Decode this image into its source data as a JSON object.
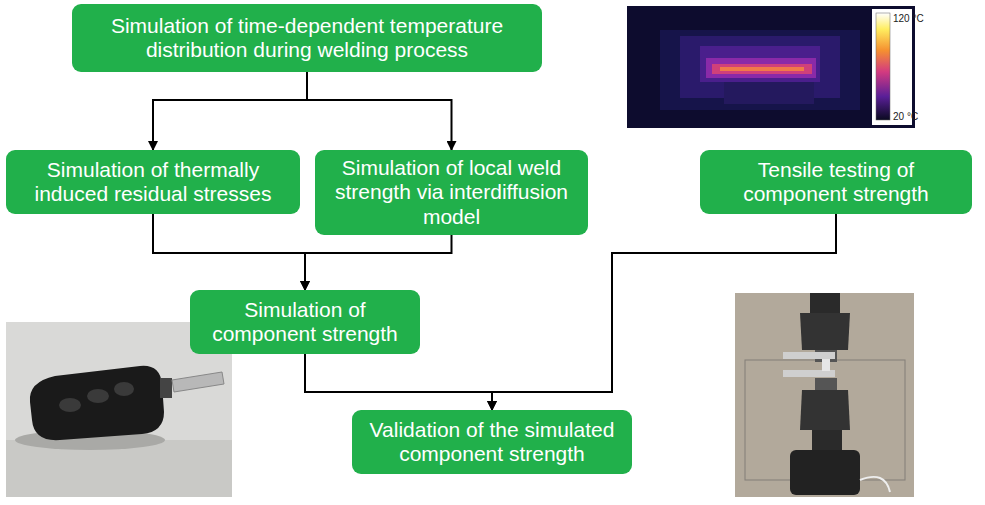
{
  "diagram": {
    "nodes": [
      {
        "text": [
          "Simulation of time-dependent temperature distribution during welding process"
        ]
      },
      {
        "text": [
          "Simulation of thermally induced residual stresses"
        ]
      },
      {
        "text": [
          "Simulation of local weld strength via interdiffusion model"
        ]
      },
      {
        "text": [
          "Tensile testing of component strength"
        ]
      },
      {
        "text": [
          "Simulation of component strength"
        ]
      },
      {
        "text": [
          "Validation of the simulated component strength"
        ]
      }
    ],
    "edges": [
      {
        "from": 0,
        "to": 1,
        "arrow": "to"
      },
      {
        "from": 0,
        "to": 2,
        "arrow": "to"
      },
      {
        "from": 1,
        "to": 4,
        "arrow": "to"
      },
      {
        "from": 2,
        "to": 4,
        "arrow": "to"
      },
      {
        "from": 4,
        "to": 5,
        "arrow": "to"
      },
      {
        "from": 3,
        "to": 5,
        "arrow": "to"
      }
    ],
    "labels": [
      "120 °C",
      "20 °C"
    ]
  }
}
